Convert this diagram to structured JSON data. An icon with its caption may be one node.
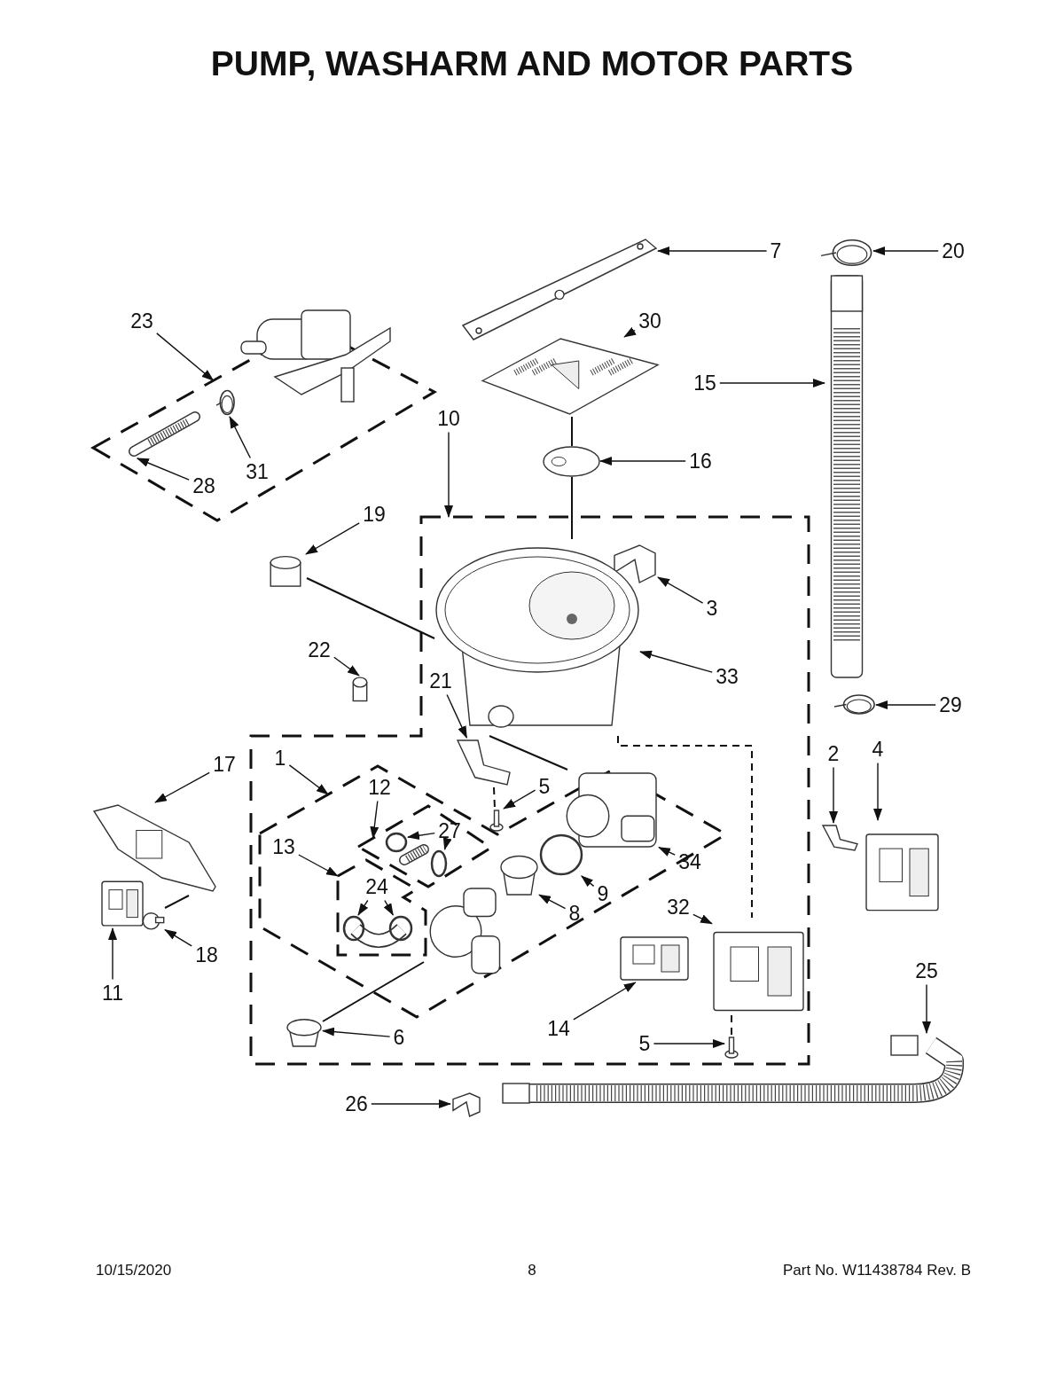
{
  "diagram": {
    "title": "PUMP, WASHARM AND MOTOR PARTS",
    "nodes": [
      {
        "text": [
          "7"
        ]
      },
      {
        "text": [],
        "shape": "picture"
      },
      {
        "text": [
          "20"
        ]
      },
      {
        "text": [],
        "shape": "picture"
      },
      {
        "text": [
          "23"
        ]
      },
      {
        "text": [],
        "shape": "box"
      },
      {
        "text": [],
        "shape": "picture",
        "in": 5
      },
      {
        "text": [],
        "shape": "picture",
        "in": 5
      },
      {
        "text": [
          "31"
        ],
        "in": 5
      },
      {
        "text": [
          "28"
        ],
        "in": 5
      },
      {
        "text": [
          "30"
        ]
      },
      {
        "text": [],
        "shape": "picture"
      },
      {
        "text": [
          "15"
        ]
      },
      {
        "text": [],
        "shape": "picture"
      },
      {
        "text": [
          "10"
        ]
      },
      {
        "text": [
          "16"
        ]
      },
      {
        "text": [],
        "shape": "picture"
      },
      {
        "text": [],
        "shape": "box"
      },
      {
        "text": [
          "19"
        ]
      },
      {
        "text": [],
        "shape": "cylinder"
      },
      {
        "text": [],
        "shape": "picture",
        "in": 17
      },
      {
        "text": [
          "3"
        ],
        "in": 17
      },
      {
        "text": [],
        "shape": "picture",
        "in": 17
      },
      {
        "text": [
          "22"
        ]
      },
      {
        "text": [],
        "shape": "cylinder"
      },
      {
        "text": [
          "33"
        ],
        "in": 17
      },
      {
        "text": [
          "21"
        ],
        "in": 17
      },
      {
        "text": [],
        "shape": "picture",
        "in": 17
      },
      {
        "text": [
          "29"
        ]
      },
      {
        "text": [],
        "shape": "picture"
      },
      {
        "text": [
          "17"
        ]
      },
      {
        "text": [],
        "shape": "picture"
      },
      {
        "text": [
          "1"
        ],
        "in": 17
      },
      {
        "text": [],
        "shape": "box",
        "in": 17
      },
      {
        "text": [
          "2"
        ]
      },
      {
        "text": [
          "4"
        ]
      },
      {
        "text": [],
        "shape": "picture"
      },
      {
        "text": [],
        "shape": "picture"
      },
      {
        "text": [
          "12"
        ],
        "in": 33
      },
      {
        "text": [],
        "shape": "diamond",
        "in": 33
      },
      {
        "text": [
          "5"
        ],
        "in": 17
      },
      {
        "text": [],
        "shape": "picture",
        "in": 17
      },
      {
        "text": [
          "27"
        ],
        "in": 39
      },
      {
        "text": [],
        "shape": "circle",
        "in": 39
      },
      {
        "text": [],
        "shape": "circle",
        "in": 39
      },
      {
        "text": [
          "13"
        ],
        "in": 33
      },
      {
        "text": [],
        "shape": "box",
        "in": 33
      },
      {
        "text": [],
        "shape": "picture",
        "in": 33
      },
      {
        "text": [
          "34"
        ],
        "in": 17
      },
      {
        "text": [
          "24"
        ],
        "in": 46
      },
      {
        "text": [],
        "shape": "circle",
        "in": 46
      },
      {
        "text": [],
        "shape": "circle",
        "in": 46
      },
      {
        "text": [],
        "shape": "picture",
        "in": 33
      },
      {
        "text": [],
        "shape": "cylinder",
        "in": 33
      },
      {
        "text": [],
        "shape": "circle",
        "in": 33
      },
      {
        "text": [
          "9"
        ],
        "in": 33
      },
      {
        "text": [
          "8"
        ],
        "in": 33
      },
      {
        "text": [
          "32"
        ],
        "in": 17
      },
      {
        "text": [],
        "shape": "picture",
        "in": 17
      },
      {
        "text": [],
        "shape": "picture"
      },
      {
        "text": [],
        "shape": "circle"
      },
      {
        "text": [
          "18"
        ]
      },
      {
        "text": [
          "11"
        ]
      },
      {
        "text": [
          "25"
        ]
      },
      {
        "text": [],
        "shape": "picture",
        "in": 17
      },
      {
        "text": [
          "14"
        ],
        "in": 17
      },
      {
        "text": [],
        "shape": "cylinder",
        "in": 17
      },
      {
        "text": [
          "6"
        ],
        "in": 17
      },
      {
        "text": [
          "5"
        ]
      },
      {
        "text": [],
        "shape": "picture"
      },
      {
        "text": [
          "26"
        ]
      },
      {
        "text": [],
        "shape": "picture"
      },
      {
        "text": [],
        "shape": "picture"
      }
    ],
    "edges": [
      {
        "from": 0,
        "to": 1,
        "arrow": "to"
      },
      {
        "from": 2,
        "to": 3,
        "arrow": "to"
      },
      {
        "from": 4,
        "to": 5,
        "arrow": "to"
      },
      {
        "from": 8,
        "to": 6,
        "arrow": "to"
      },
      {
        "from": 9,
        "to": 7,
        "arrow": "to"
      },
      {
        "from": 10,
        "to": 11,
        "arrow": "to"
      },
      {
        "from": 12,
        "to": 13,
        "arrow": "to"
      },
      {
        "from": 14,
        "to": 17,
        "arrow": "to"
      },
      {
        "from": 15,
        "to": 16,
        "arrow": "to"
      },
      {
        "from": 18,
        "to": 19,
        "arrow": "to"
      },
      {
        "from": 21,
        "to": 20,
        "arrow": "to"
      },
      {
        "from": 23,
        "to": 24,
        "arrow": "to"
      },
      {
        "from": 25,
        "to": 22,
        "arrow": "to"
      },
      {
        "from": 26,
        "to": 27,
        "arrow": "to"
      },
      {
        "from": 28,
        "to": 29,
        "arrow": "to"
      },
      {
        "from": 30,
        "to": 31,
        "arrow": "to"
      },
      {
        "from": 32,
        "to": 33,
        "arrow": "to"
      },
      {
        "from": 34,
        "to": 36,
        "arrow": "to"
      },
      {
        "from": 35,
        "to": 37,
        "arrow": "to"
      },
      {
        "from": 38,
        "to": 39,
        "arrow": "to"
      },
      {
        "from": 40,
        "to": 41,
        "arrow": "to"
      },
      {
        "from": 42,
        "to": 43,
        "arrow": "to"
      },
      {
        "from": 42,
        "to": 44,
        "arrow": "to"
      },
      {
        "from": 45,
        "to": 46,
        "arrow": "to"
      },
      {
        "from": 48,
        "to": 47,
        "arrow": "to"
      },
      {
        "from": 49,
        "to": 50,
        "arrow": "to"
      },
      {
        "from": 49,
        "to": 51,
        "arrow": "to"
      },
      {
        "from": 55,
        "to": 54,
        "arrow": "to"
      },
      {
        "from": 56,
        "to": 53,
        "arrow": "to"
      },
      {
        "from": 57,
        "to": 58,
        "arrow": "to"
      },
      {
        "from": 62,
        "to": 59,
        "arrow": "to"
      },
      {
        "from": 61,
        "to": 60,
        "arrow": "to"
      },
      {
        "from": 65,
        "to": 64,
        "arrow": "to"
      },
      {
        "from": 63,
        "to": 72,
        "arrow": "to"
      },
      {
        "from": 67,
        "to": 66,
        "arrow": "to"
      },
      {
        "from": 68,
        "to": 69,
        "arrow": "to"
      },
      {
        "from": 70,
        "to": 71,
        "arrow": "to"
      },
      {
        "from": 19,
        "to": 22,
        "arrow": "none"
      },
      {
        "from": 11,
        "to": 16,
        "arrow": "none"
      },
      {
        "from": 16,
        "to": 22,
        "arrow": "none"
      },
      {
        "from": 22,
        "to": 47,
        "arrow": "none"
      },
      {
        "from": 66,
        "to": 52,
        "arrow": "none"
      },
      {
        "from": 27,
        "to": 41,
        "arrow": "none",
        "style": "dashed"
      },
      {
        "from": 58,
        "to": 69,
        "arrow": "none",
        "style": "dashed"
      },
      {
        "from": 60,
        "to": 31,
        "arrow": "none"
      },
      {
        "from": 22,
        "to": 58,
        "arrow": "none",
        "style": "dashed"
      }
    ],
    "labels": [
      "10/15/2020",
      "8",
      "Part No. W11438784 Rev. B"
    ]
  }
}
